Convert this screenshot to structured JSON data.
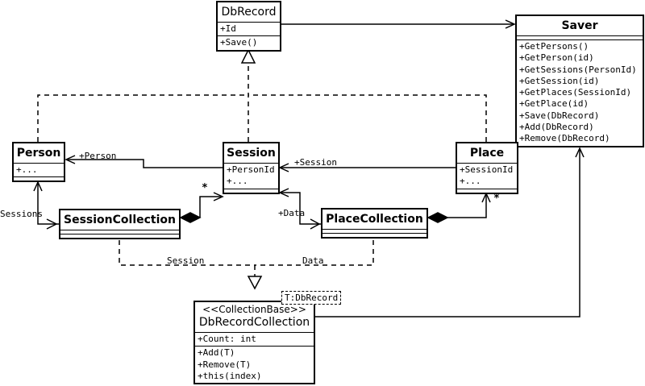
{
  "classes": {
    "dbrecord": {
      "name": "DbRecord",
      "attributes": [
        "+Id"
      ],
      "methods": [
        "+Save()"
      ]
    },
    "saver": {
      "name": "Saver",
      "methods": [
        "+GetPersons()",
        "+GetPerson(id)",
        "+GetSessions(PersonId)",
        "+GetSession(id)",
        "+GetPlaces(SessionId)",
        "+GetPlace(id)",
        "+Save(DbRecord)",
        "+Add(DbRecord)",
        "+Remove(DbRecord)"
      ]
    },
    "person": {
      "name": "Person",
      "attributes": [
        "+..."
      ]
    },
    "session": {
      "name": "Session",
      "attributes": [
        "+PersonId",
        "+..."
      ]
    },
    "place": {
      "name": "Place",
      "attributes": [
        "+SessionId",
        "+..."
      ]
    },
    "sessioncollection": {
      "name": "SessionCollection"
    },
    "placecollection": {
      "name": "PlaceCollection"
    },
    "dbrecordcollection": {
      "stereotype": "<<CollectionBase>>",
      "name": "DbRecordCollection",
      "template_param": "T:DbRecord",
      "attributes": [
        "+Count: int"
      ],
      "methods": [
        "+Add(T)",
        "+Remove(T)",
        "+this(index)"
      ]
    }
  },
  "labels": {
    "person_role": "+Person",
    "session_role": "+Session",
    "sessions": "Sessions",
    "data_role": "+Data",
    "mult_session": "*",
    "mult_place": "*",
    "bind_session": "Session",
    "bind_data": "Data"
  }
}
